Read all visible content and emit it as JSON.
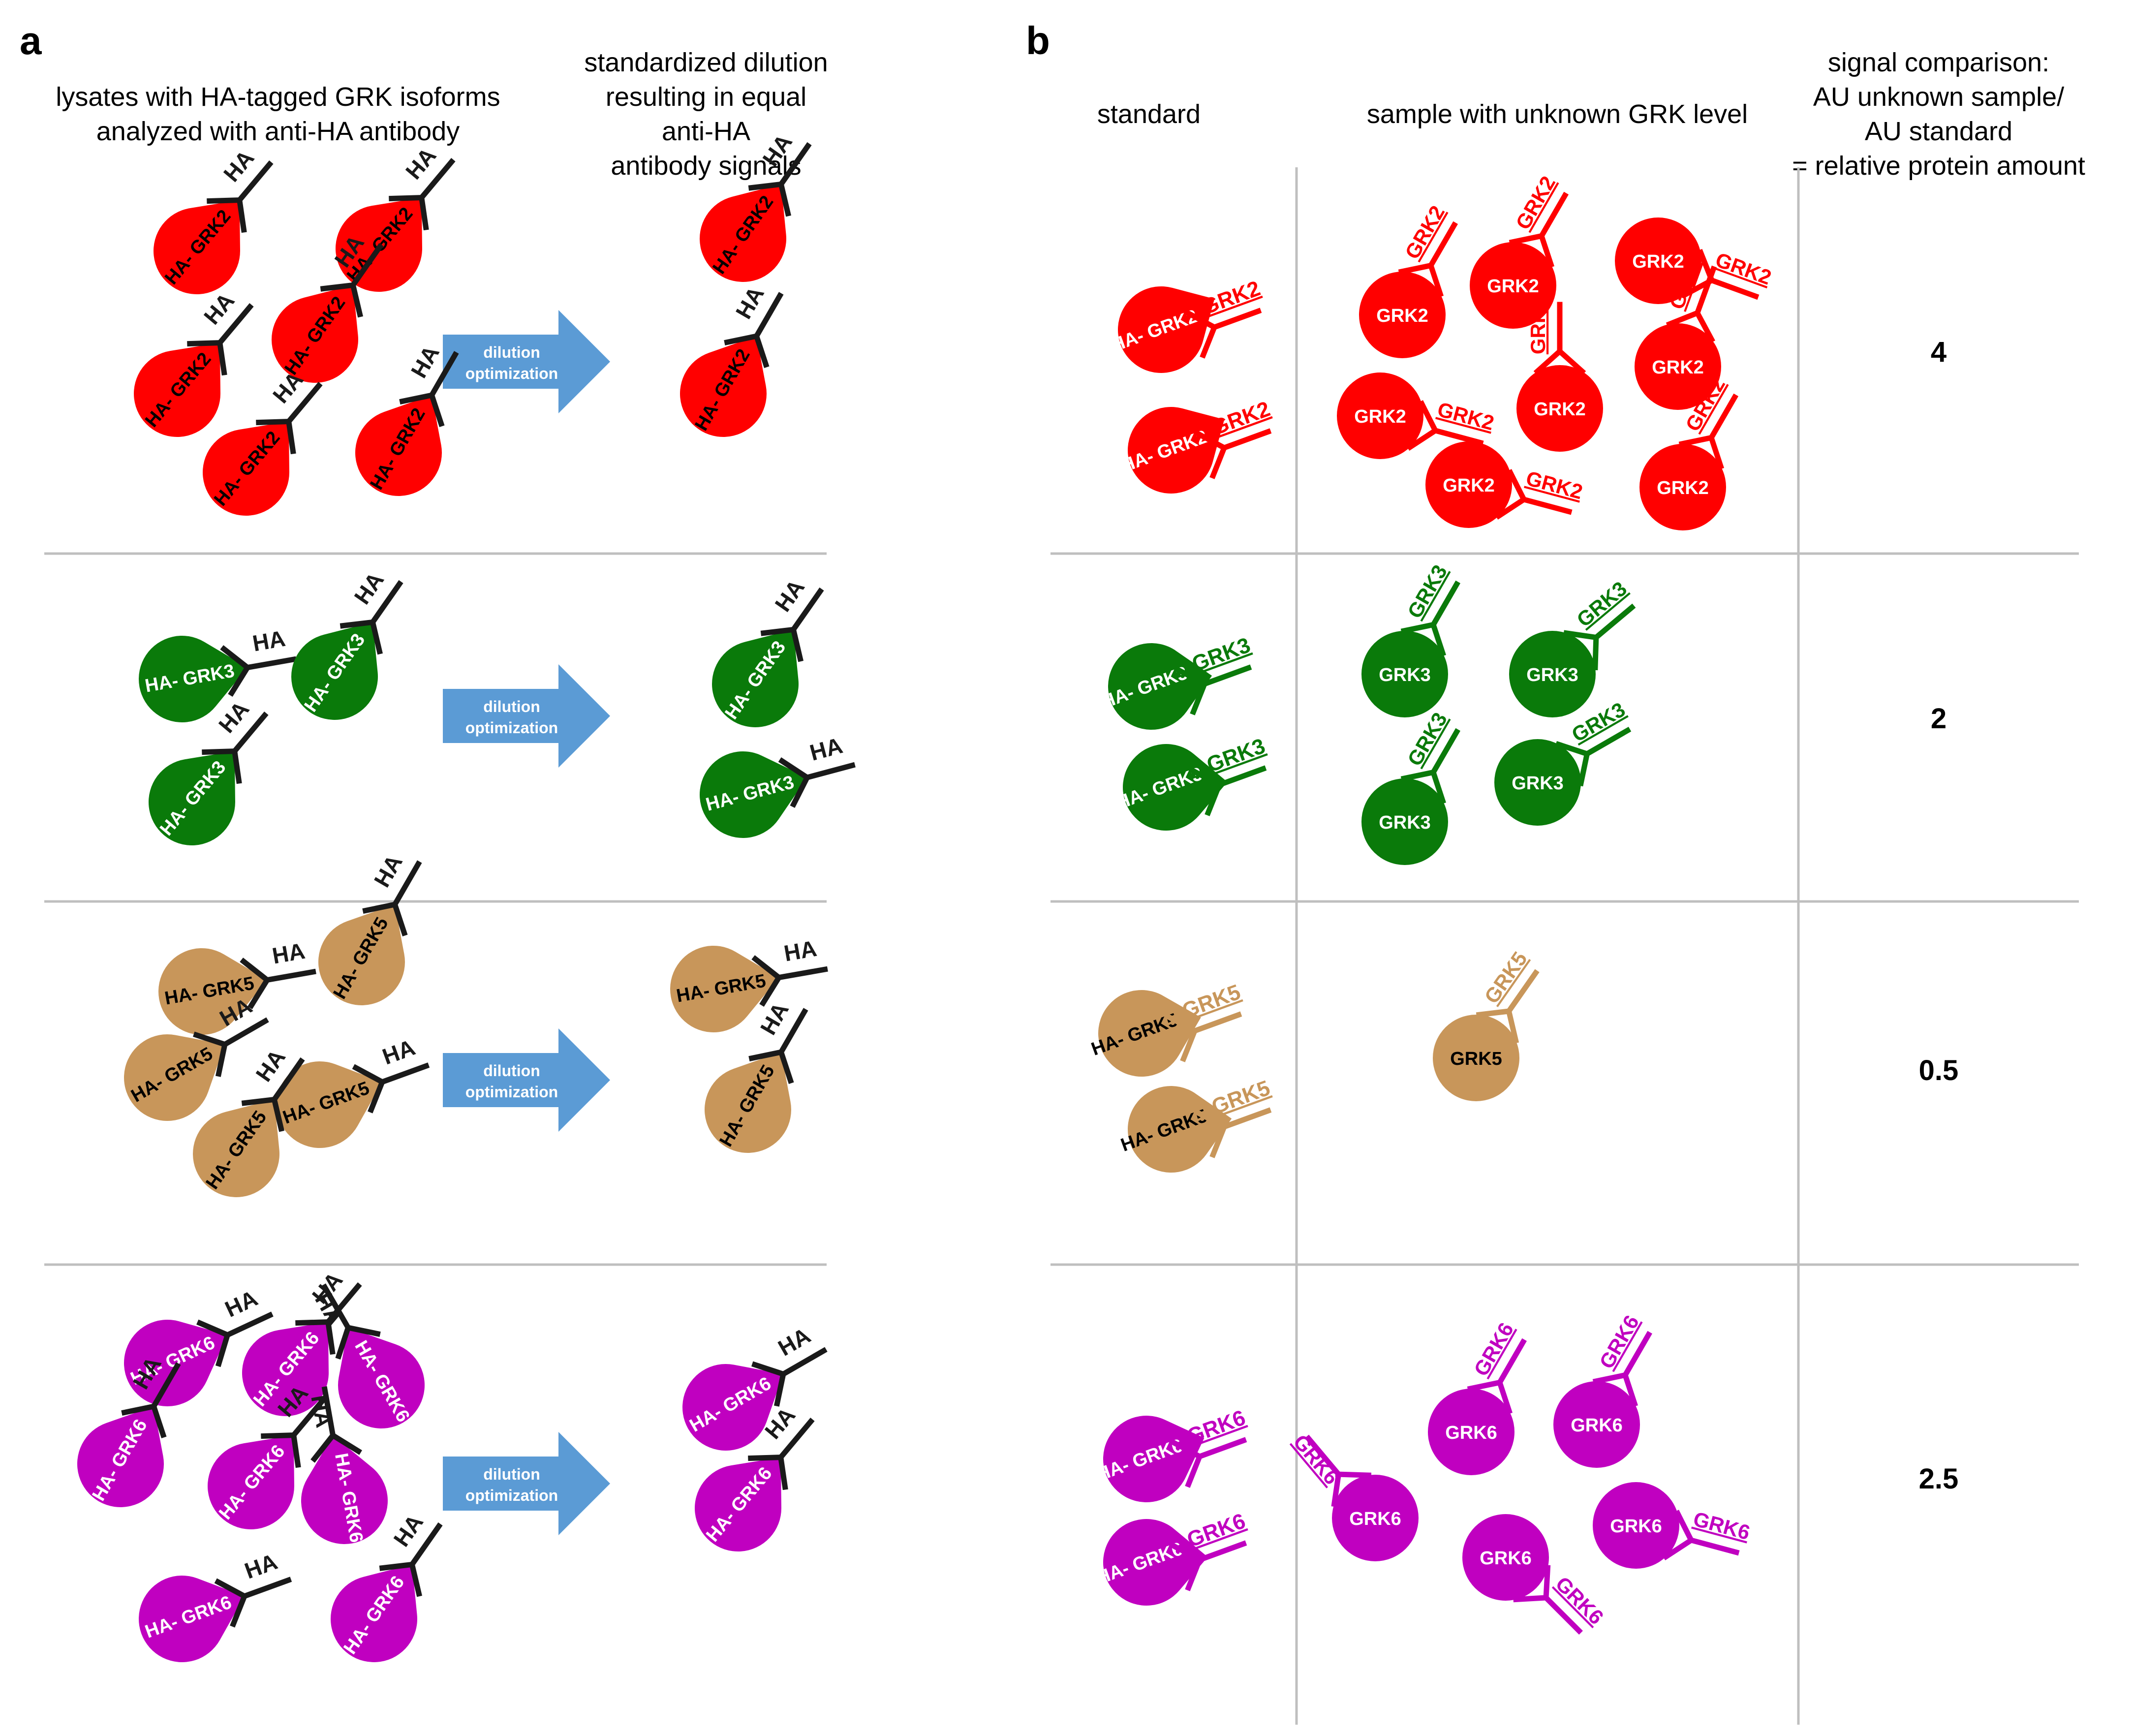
{
  "panel_a": {
    "letter": "a",
    "header_left": [
      "lysates with HA-tagged GRK isoforms",
      "analyzed with anti-HA antibody"
    ],
    "header_right": [
      "standardized dilution",
      "resulting in equal",
      "anti-HA",
      "antibody signals"
    ],
    "arrow_label": [
      "dilution",
      "optimization"
    ],
    "ha_label": "HA"
  },
  "panel_b": {
    "letter": "b",
    "col_standard": "standard",
    "col_sample": "sample with unknown GRK level",
    "col_comparison": [
      "signal comparison:",
      "AU unknown sample/",
      "AU standard",
      "= relative protein amount"
    ]
  },
  "rows": [
    {
      "key": "grk2",
      "protein": "GRK2",
      "tag_label": "HA- GRK2",
      "color": "#ff0000",
      "relative_amount": "4"
    },
    {
      "key": "grk3",
      "protein": "GRK3",
      "tag_label": "HA- GRK3",
      "color": "#0a7a0a",
      "relative_amount": "2"
    },
    {
      "key": "grk5",
      "protein": "GRK5",
      "tag_label": "HA- GRK5",
      "color": "#c8965a",
      "relative_amount": "0.5"
    },
    {
      "key": "grk6",
      "protein": "GRK6",
      "tag_label": "HA- GRK6",
      "color": "#c000c0",
      "relative_amount": "2.5"
    }
  ],
  "colors": {
    "arrow": "#5b9bd5",
    "divider": "#bfbfbf",
    "antibody_black": "#1a1a1a"
  }
}
